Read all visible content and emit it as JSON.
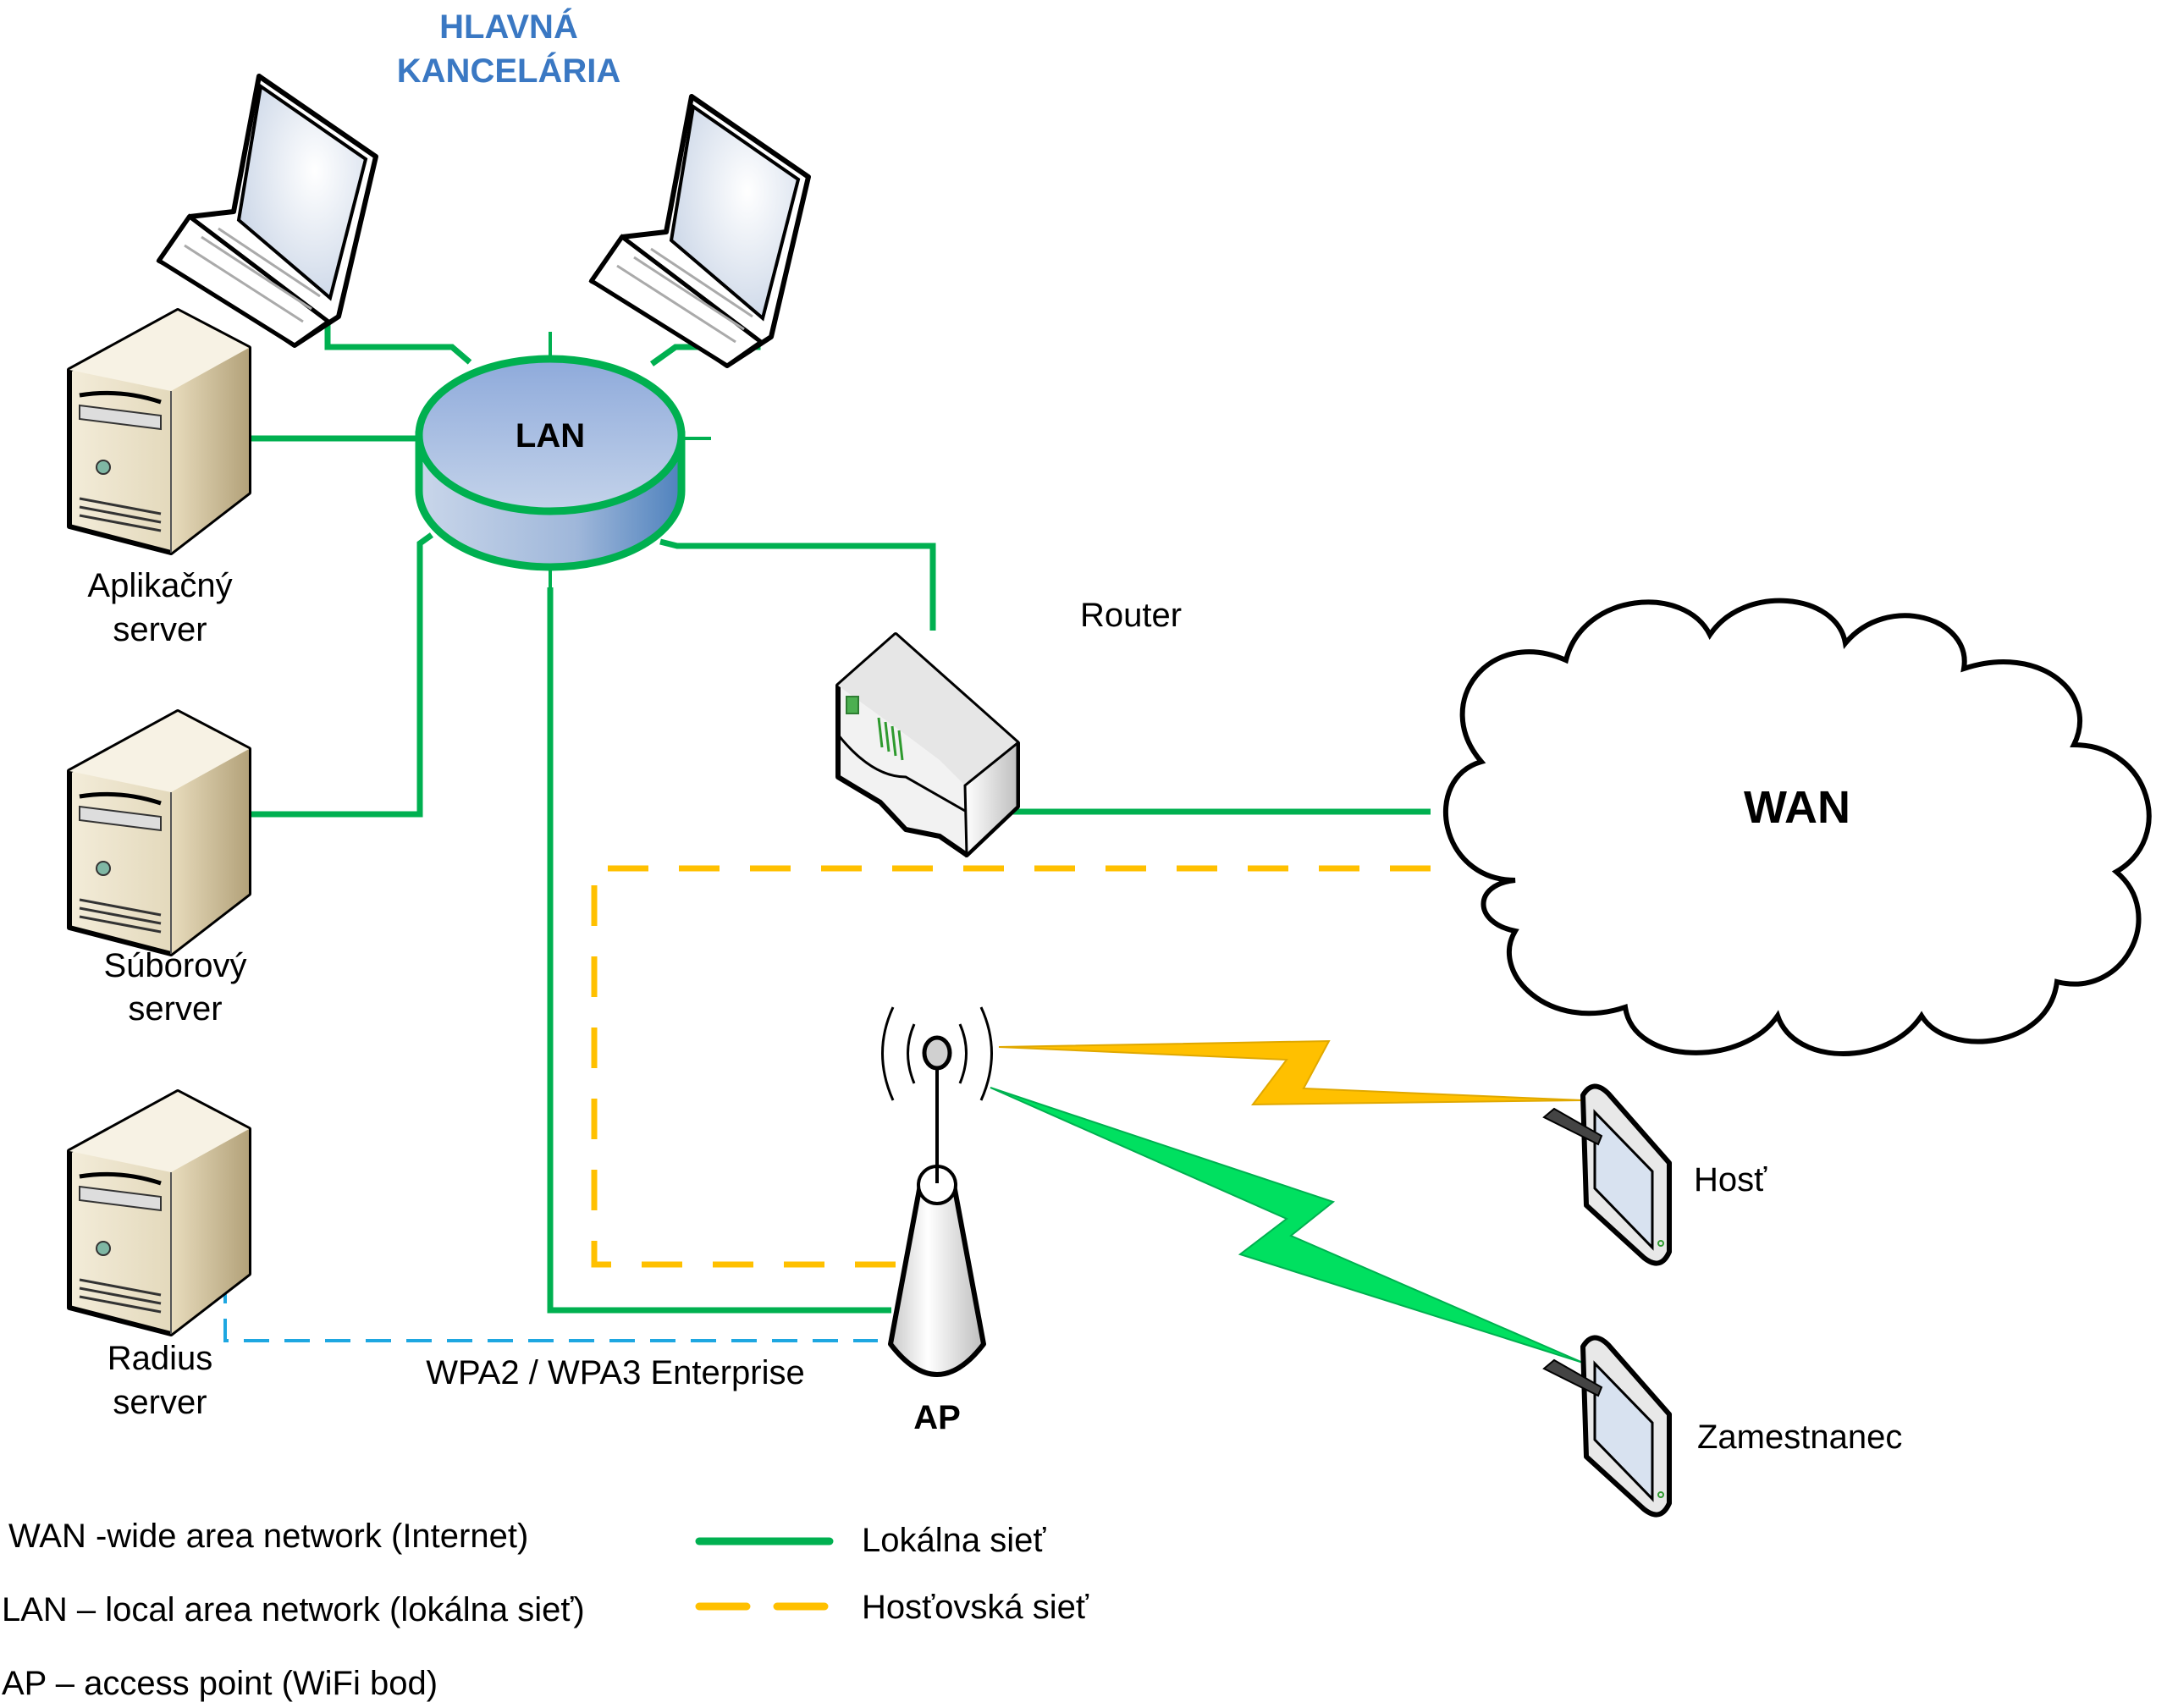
{
  "title": {
    "line1": "HLAVNÁ",
    "line2": "KANCELÁRIA"
  },
  "nodes": {
    "lan": {
      "label": "LAN",
      "icon": "network-cylinder-icon"
    },
    "wan": {
      "label": "WAN",
      "icon": "cloud-icon"
    },
    "router": {
      "label": "Router",
      "icon": "router-icon"
    },
    "ap": {
      "label": "AP",
      "icon": "wireless-access-point-icon"
    },
    "app_server": {
      "line1": "Aplikačný",
      "line2": "server",
      "icon": "server-tower-icon"
    },
    "file_server": {
      "line1": "Súborový",
      "line2": "server",
      "icon": "server-tower-icon"
    },
    "radius_server": {
      "line1": "Radius",
      "line2": "server",
      "icon": "server-tower-icon"
    },
    "laptops": [
      {
        "icon": "laptop-icon"
      },
      {
        "icon": "laptop-icon"
      }
    ],
    "guest_tablet": {
      "label": "Hosť",
      "icon": "tablet-icon"
    },
    "employee_tablet": {
      "label": "Zamestnanec",
      "icon": "tablet-icon"
    }
  },
  "links": {
    "radius_label": "WPA2 / WPA3 Enterprise"
  },
  "legend": {
    "abbreviations": [
      "WAN -wide area network (Internet)",
      "LAN – local area network (lokálna sieť)",
      "AP – access point (WiFi bod)"
    ],
    "line_types": [
      {
        "label": "Lokálna sieť",
        "style": "solid",
        "color": "#00b050"
      },
      {
        "label": "Hosťovská sieť",
        "style": "dashed",
        "color": "#ffc000"
      }
    ]
  },
  "colors": {
    "local_network": "#00b050",
    "guest_network": "#ffc000",
    "radius_link": "#1ea7e1",
    "title": "#3a78c3",
    "lan_fill": "#9db6da"
  }
}
